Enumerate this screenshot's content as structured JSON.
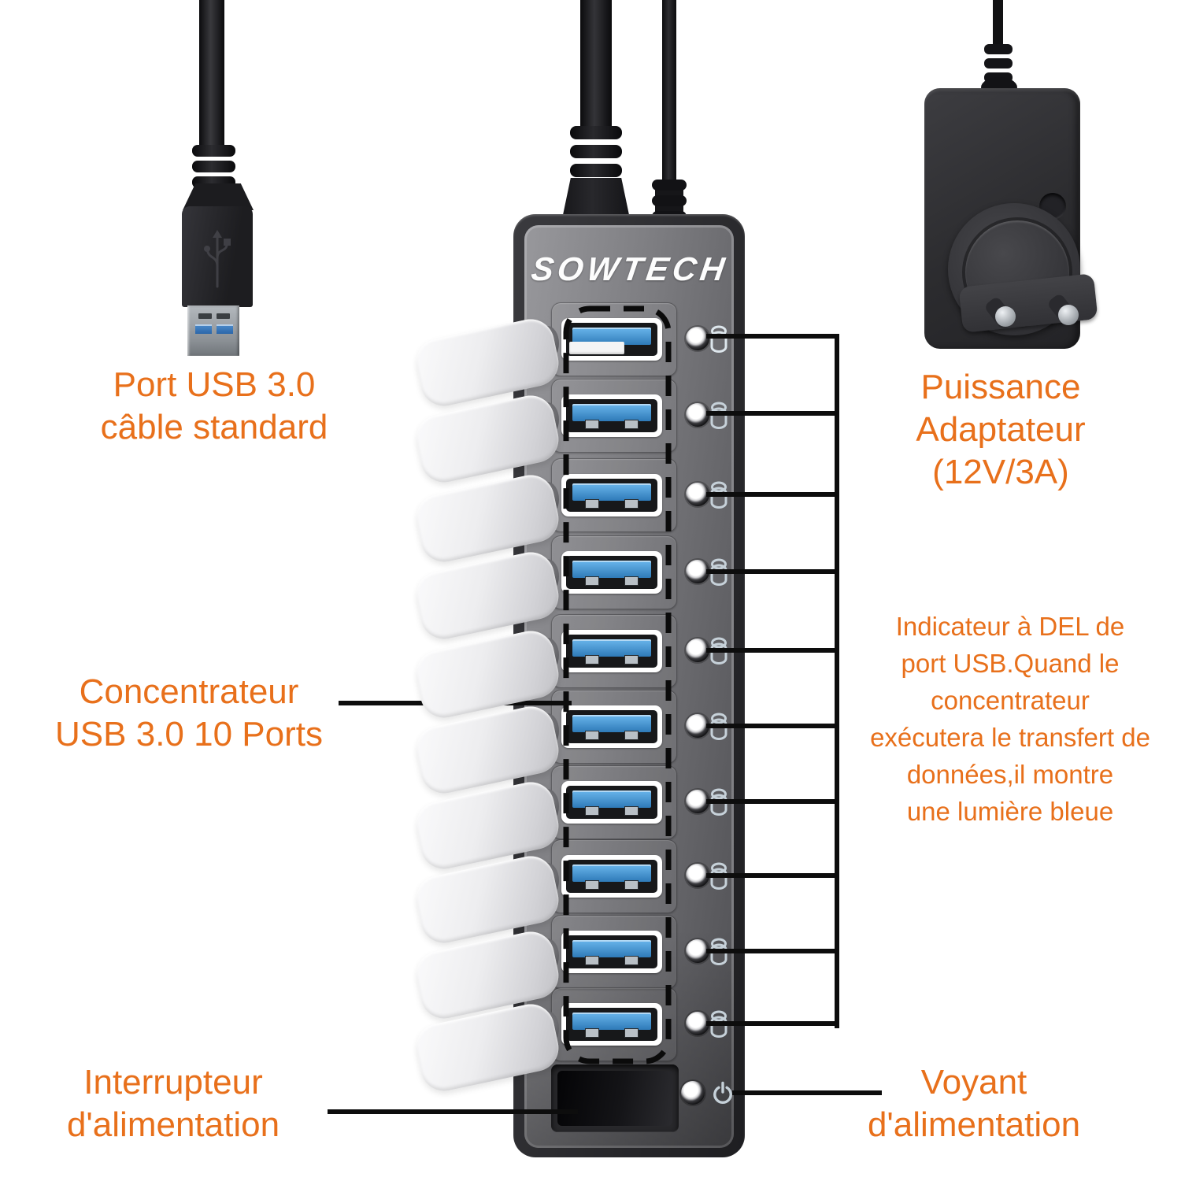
{
  "brand": {
    "logo_text": "SOWTECH"
  },
  "device": {
    "type": "10-port USB 3.0 hub diagram",
    "port_count": 10,
    "ports_label": "USB 3.0"
  },
  "labels": {
    "usb_cable": {
      "line1": "Port USB 3.0",
      "line2": "câble standard"
    },
    "power_adapter": {
      "line1": "Puissance",
      "line2": "Adaptateur",
      "line3": "(12V/3A)"
    },
    "hub": {
      "line1": "Concentrateur",
      "line2": "USB 3.0 10 Ports"
    },
    "led_indicator": {
      "lines": [
        "Indicateur à DEL de",
        "port USB.Quand le",
        "concentrateur",
        "exécutera le transfert de",
        "données,il montre",
        "une lumière bleue"
      ]
    },
    "power_switch": {
      "line1": "Interrupteur",
      "line2": "d'alimentation"
    },
    "power_led": {
      "line1": "Voyant",
      "line2": "d'alimentation"
    }
  },
  "icons": {
    "port_activity": "cylinder-disk-icon",
    "power": "power-symbol-icon",
    "usb_logo": "usb-trident-icon",
    "led": "led-dot"
  },
  "colors": {
    "accent_orange": "#E8701B",
    "usb_blue": "#3E8FD0",
    "led_icon": "#C6D1D9",
    "callout_line": "#0D0D0D",
    "hub_face": "#7E7E82",
    "background": "#FFFFFF"
  }
}
